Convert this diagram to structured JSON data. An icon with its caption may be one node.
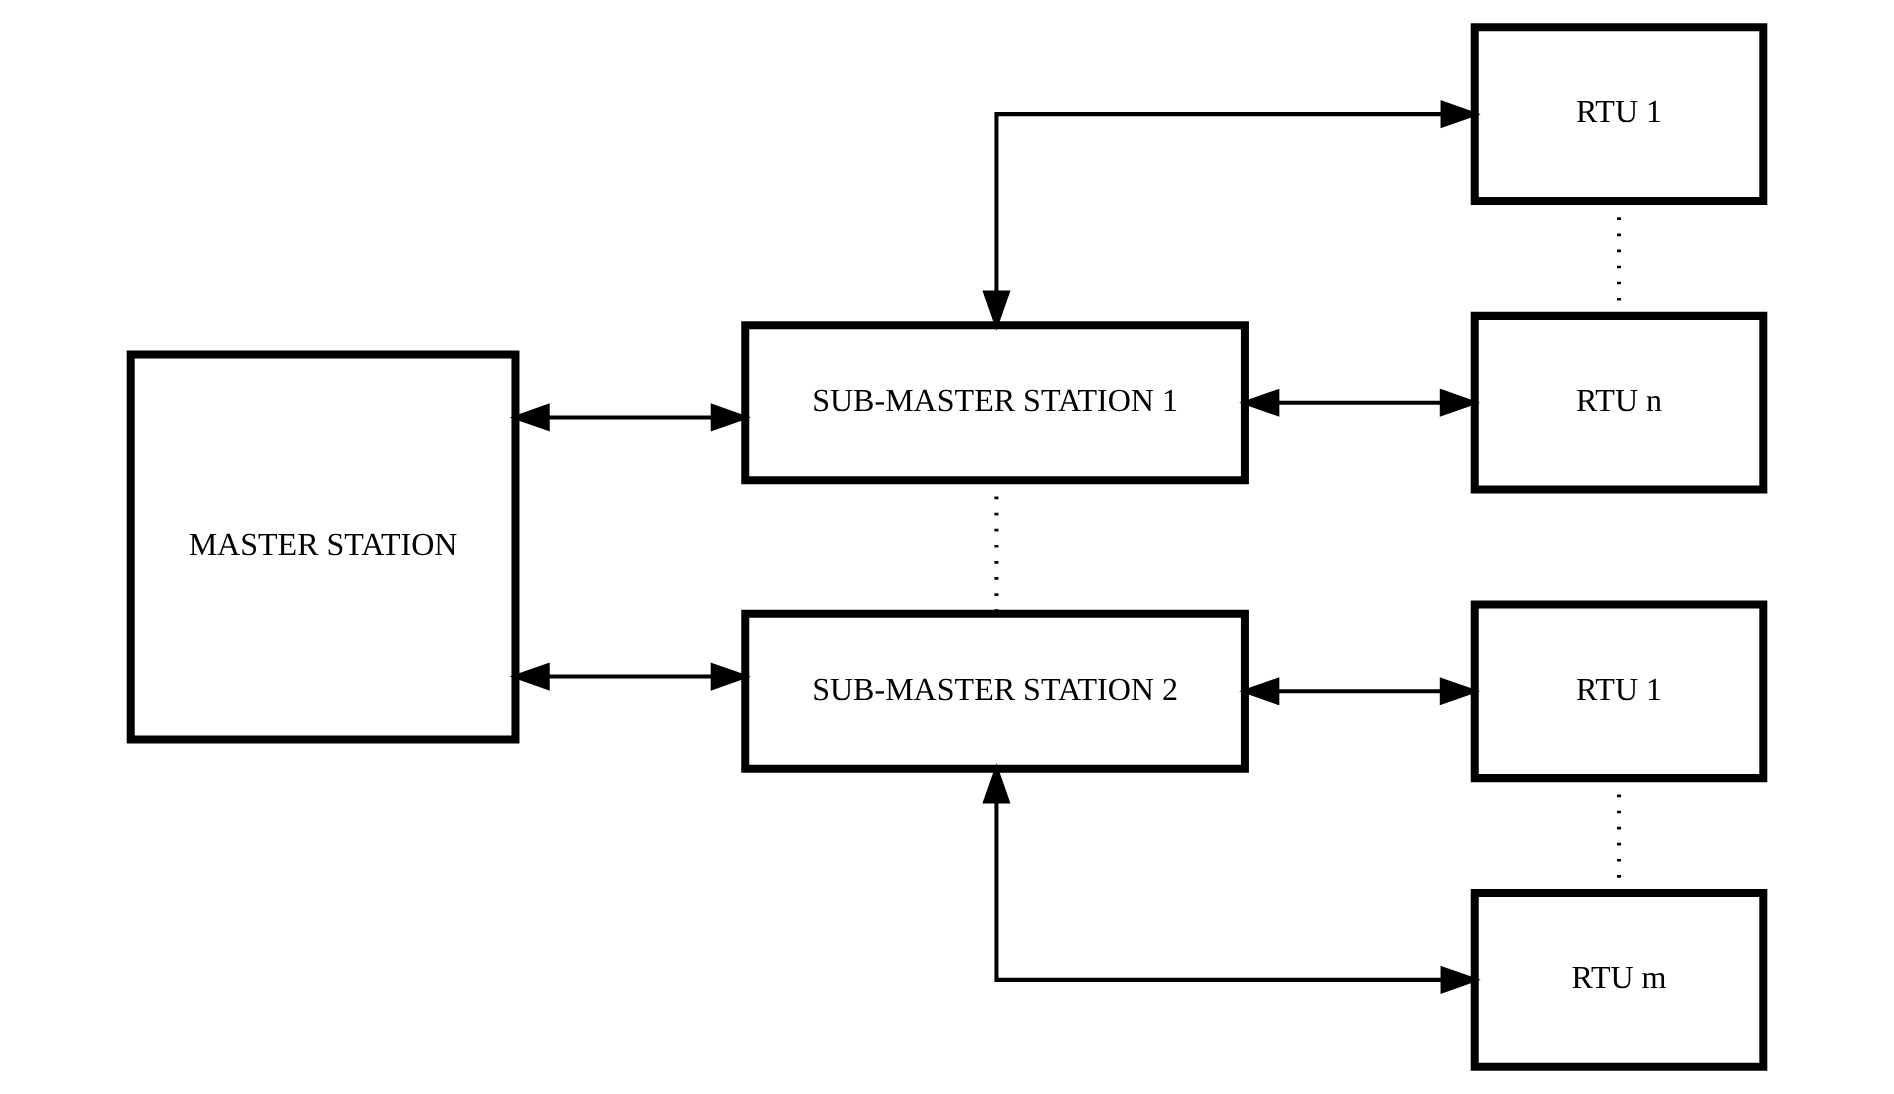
{
  "diagram": {
    "nodes": [
      {
        "text": [
          "MASTER STATION"
        ]
      },
      {
        "text": [
          "SUB-MASTER STATION 1"
        ]
      },
      {
        "text": [
          "SUB-MASTER STATION 2"
        ]
      },
      {
        "text": [
          "RTU 1"
        ]
      },
      {
        "text": [
          "RTU n"
        ]
      },
      {
        "text": [
          "RTU 1"
        ]
      },
      {
        "text": [
          "RTU m"
        ]
      }
    ],
    "edges": [
      {
        "from": 0,
        "to": 1,
        "arrow": "both"
      },
      {
        "from": 0,
        "to": 2,
        "arrow": "both"
      },
      {
        "from": 1,
        "to": 3,
        "arrow": "both"
      },
      {
        "from": 1,
        "to": 4,
        "arrow": "both"
      },
      {
        "from": 2,
        "to": 5,
        "arrow": "both"
      },
      {
        "from": 2,
        "to": 6,
        "arrow": "both"
      },
      {
        "from": 1,
        "to": 2,
        "arrow": "none",
        "style": "dashed"
      },
      {
        "from": 3,
        "to": 4,
        "arrow": "none",
        "style": "dashed"
      },
      {
        "from": 5,
        "to": 6,
        "arrow": "none",
        "style": "dashed"
      }
    ]
  }
}
